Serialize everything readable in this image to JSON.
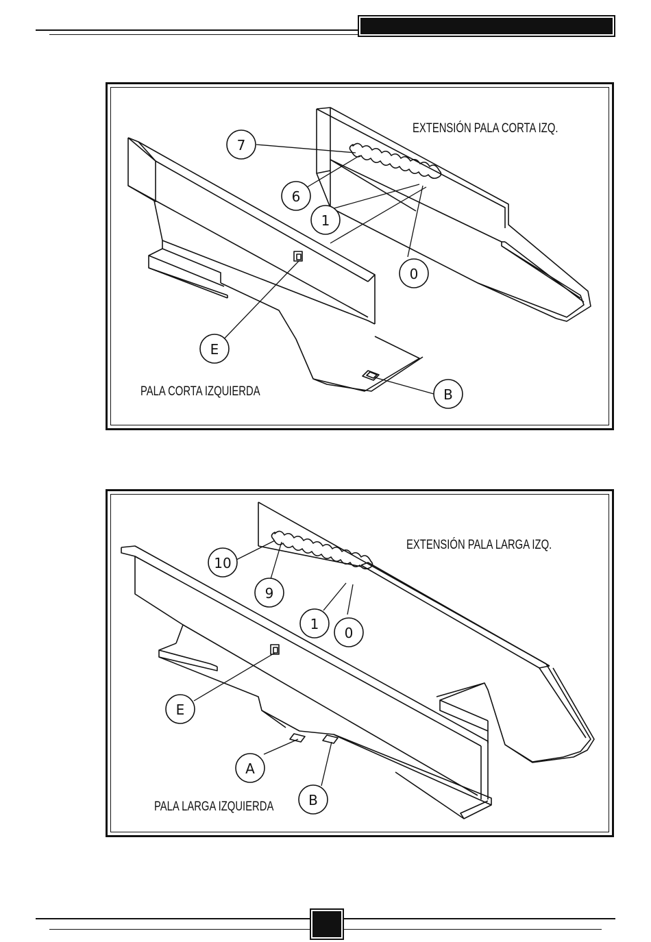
{
  "diagram1": {
    "title_extension": "EXTENSIÓN PALA CORTA IZQ.",
    "title_part": "PALA CORTA IZQUIERDA",
    "callouts": [
      "7",
      "6",
      "1",
      "0",
      "E",
      "B"
    ]
  },
  "diagram2": {
    "title_extension": "EXTENSIÓN PALA LARGA IZQ.",
    "title_part": "PALA LARGA IZQUIERDA",
    "callouts": [
      "10",
      "9",
      "1",
      "0",
      "E",
      "A",
      "B"
    ]
  }
}
